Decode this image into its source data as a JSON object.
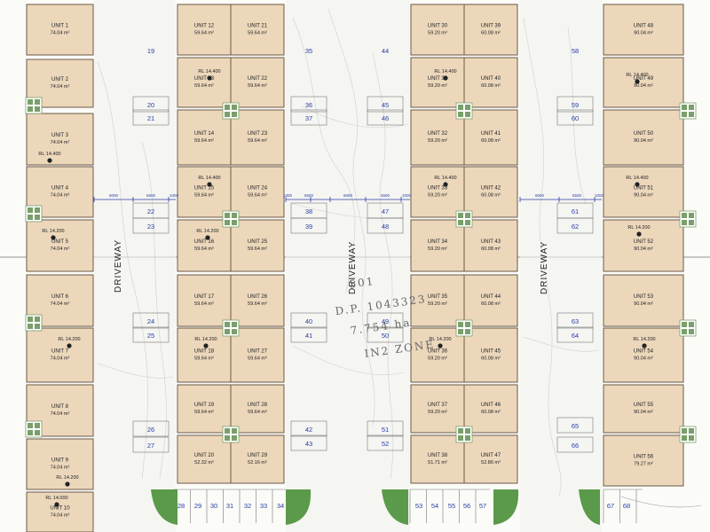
{
  "units": [
    {
      "name": "UNIT 1",
      "area": "74.04 m²"
    },
    {
      "name": "UNIT 2",
      "area": "74.04 m²"
    },
    {
      "name": "UNIT 3",
      "area": "74.04 m²"
    },
    {
      "name": "UNIT 4",
      "area": "74.04 m²"
    },
    {
      "name": "UNIT 5",
      "area": "74.04 m²"
    },
    {
      "name": "UNIT 6",
      "area": "74.04 m²"
    },
    {
      "name": "UNIT 7",
      "area": "74.04 m²"
    },
    {
      "name": "UNIT 8",
      "area": "74.04 m²"
    },
    {
      "name": "UNIT 9",
      "area": "74.04 m²"
    },
    {
      "name": "UNIT 10",
      "area": "74.04 m²"
    },
    {
      "name": "UNIT 12",
      "area": "59.64 m²"
    },
    {
      "name": "UNIT 13",
      "area": "59.64 m²"
    },
    {
      "name": "UNIT 14",
      "area": "59.64 m²"
    },
    {
      "name": "UNIT 15",
      "area": "59.64 m²"
    },
    {
      "name": "UNIT 16",
      "area": "59.64 m²"
    },
    {
      "name": "UNIT 17",
      "area": "59.64 m²"
    },
    {
      "name": "UNIT 18",
      "area": "59.64 m²"
    },
    {
      "name": "UNIT 19",
      "area": "59.64 m²"
    },
    {
      "name": "UNIT 20",
      "area": "52.32 m²"
    },
    {
      "name": "UNIT 21",
      "area": "59.64 m²"
    },
    {
      "name": "UNIT 22",
      "area": "59.64 m²"
    },
    {
      "name": "UNIT 23",
      "area": "59.64 m²"
    },
    {
      "name": "UNIT 24",
      "area": "59.64 m²"
    },
    {
      "name": "UNIT 25",
      "area": "59.64 m²"
    },
    {
      "name": "UNIT 26",
      "area": "59.64 m²"
    },
    {
      "name": "UNIT 27",
      "area": "59.64 m²"
    },
    {
      "name": "UNIT 28",
      "area": "59.64 m²"
    },
    {
      "name": "UNIT 29",
      "area": "52.16 m²"
    },
    {
      "name": "UNIT 30",
      "area": "59.20 m²"
    },
    {
      "name": "UNIT 31",
      "area": "59.20 m²"
    },
    {
      "name": "UNIT 32",
      "area": "59.20 m²"
    },
    {
      "name": "UNIT 33",
      "area": "59.20 m²"
    },
    {
      "name": "UNIT 34",
      "area": "59.20 m²"
    },
    {
      "name": "UNIT 35",
      "area": "59.20 m²"
    },
    {
      "name": "UNIT 36",
      "area": "59.20 m²"
    },
    {
      "name": "UNIT 37",
      "area": "59.20 m²"
    },
    {
      "name": "UNIT 38",
      "area": "51.71 m²"
    },
    {
      "name": "UNIT 39",
      "area": "60.08 m²"
    },
    {
      "name": "UNIT 40",
      "area": "60.08 m²"
    },
    {
      "name": "UNIT 41",
      "area": "60.08 m²"
    },
    {
      "name": "UNIT 42",
      "area": "60.08 m²"
    },
    {
      "name": "UNIT 43",
      "area": "60.08 m²"
    },
    {
      "name": "UNIT 44",
      "area": "60.08 m²"
    },
    {
      "name": "UNIT 45",
      "area": "60.08 m²"
    },
    {
      "name": "UNIT 46",
      "area": "60.08 m²"
    },
    {
      "name": "UNIT 47",
      "area": "52.86 m²"
    },
    {
      "name": "UNIT 48",
      "area": "90.04 m²"
    },
    {
      "name": "UNIT 49",
      "area": "90.04 m²"
    },
    {
      "name": "UNIT 50",
      "area": "90.04 m²"
    },
    {
      "name": "UNIT 51",
      "area": "90.04 m²"
    },
    {
      "name": "UNIT 52",
      "area": "90.04 m²"
    },
    {
      "name": "UNIT 53",
      "area": "90.04 m²"
    },
    {
      "name": "UNIT 54",
      "area": "90.04 m²"
    },
    {
      "name": "UNIT 55",
      "area": "90.04 m²"
    },
    {
      "name": "UNIT 56",
      "area": "79.27 m²"
    }
  ],
  "levels": [
    "RL 14.400",
    "RL 14.200",
    "RL 14.000"
  ],
  "bays": [
    "19",
    "20",
    "21",
    "22",
    "23",
    "24",
    "25",
    "26",
    "27",
    "28",
    "29",
    "30",
    "31",
    "32",
    "33",
    "34",
    "35",
    "36",
    "37",
    "38",
    "39",
    "40",
    "41",
    "42",
    "43",
    "44",
    "45",
    "46",
    "47",
    "48",
    "49",
    "50",
    "51",
    "52",
    "53",
    "54",
    "55",
    "56",
    "57",
    "58",
    "59",
    "60",
    "61",
    "62",
    "63",
    "64",
    "65",
    "66",
    "67",
    "68"
  ],
  "dimensions": [
    "6000",
    "5500",
    "1000"
  ],
  "driveway_label": "DRIVEWAY",
  "lot_annotation": {
    "line1": "501",
    "line2": "D.P. 1043323",
    "line3": "7.754 ha",
    "line4": "IN2 ZONE"
  },
  "colors": {
    "unit_fill": "#ecd7bb",
    "unit_stroke": "#6b5a47",
    "bay_text": "#2a3ea8",
    "dim_line": "#2a3ea8",
    "landscape": "#5a9a4a",
    "fixture": "#7a9f6a"
  }
}
